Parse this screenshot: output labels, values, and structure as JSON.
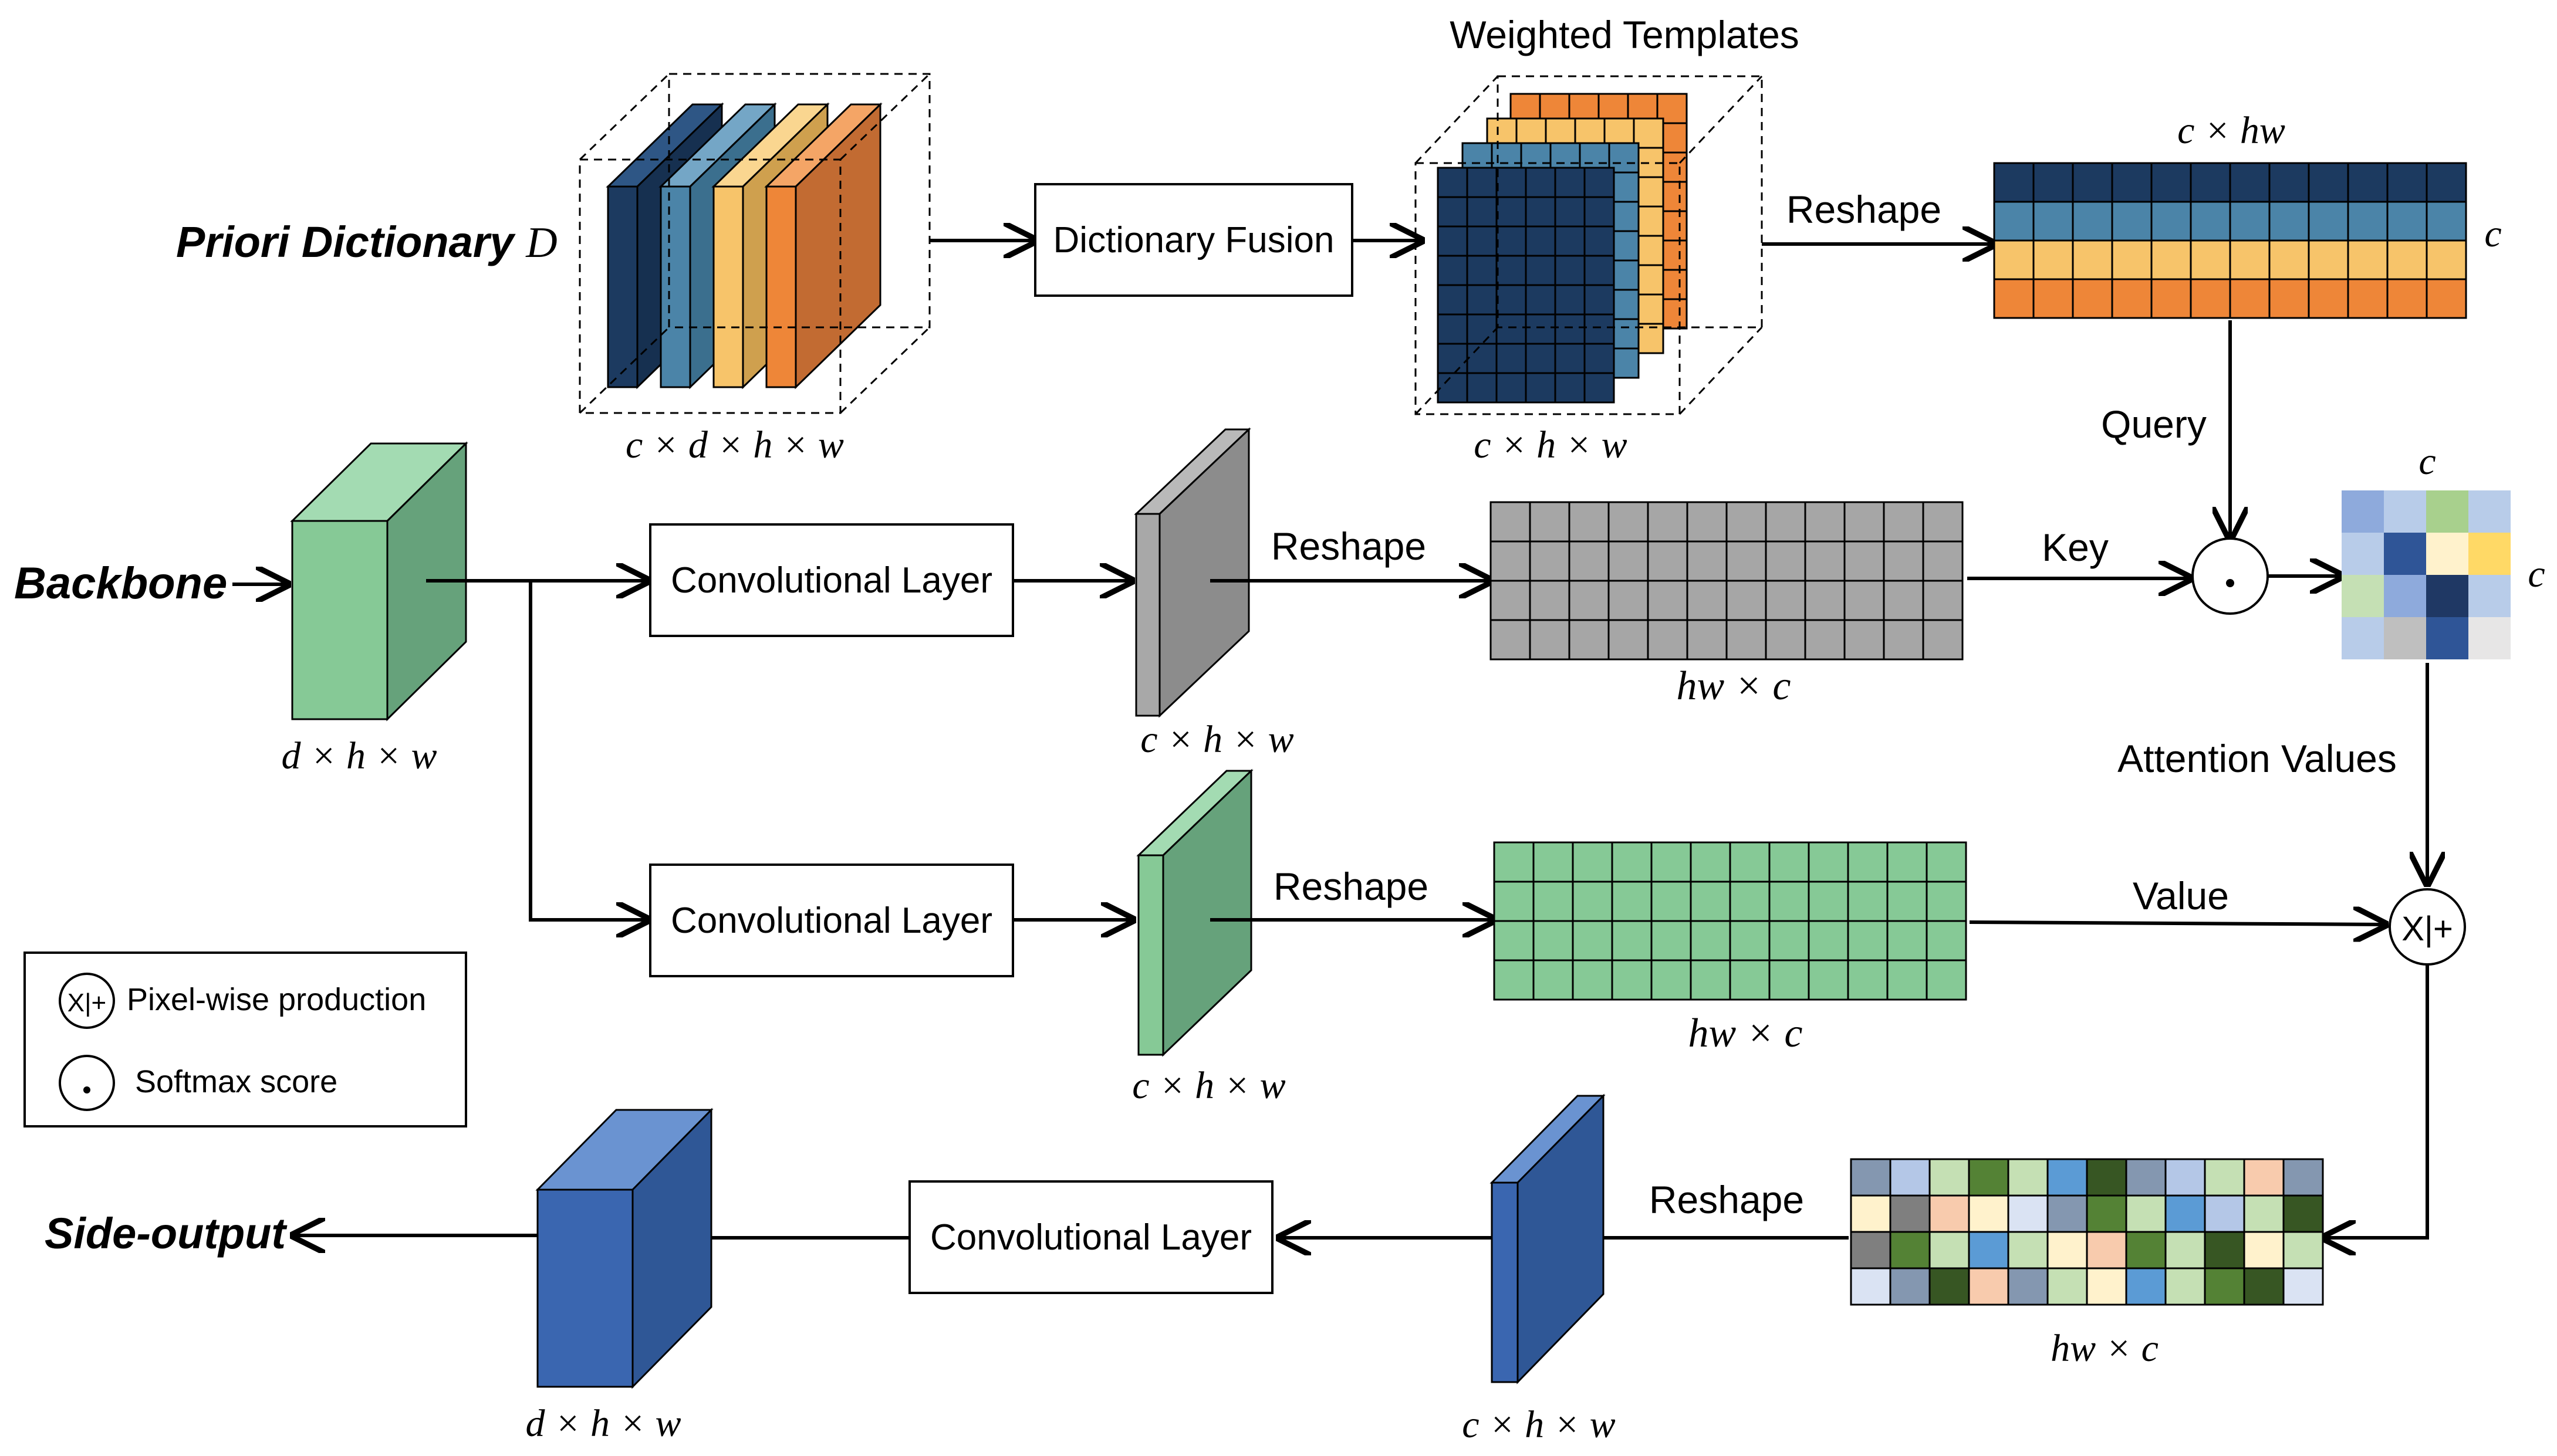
{
  "labels": {
    "priori_dictionary": "Priori Dictionary",
    "priori_symbol": "D",
    "backbone": "Backbone",
    "side_output": "Side-output",
    "weighted_templates": "Weighted Templates",
    "dictionary_fusion": "Dictionary Fusion",
    "conv_layer_1": "Convolutional Layer",
    "conv_layer_2": "Convolutional Layer",
    "conv_layer_3": "Convolutional Layer",
    "reshape_1": "Reshape",
    "reshape_2": "Reshape",
    "reshape_3": "Reshape",
    "reshape_4": "Reshape",
    "query": "Query",
    "key": "Key",
    "value": "Value",
    "attention_values": "Attention Values"
  },
  "dims": {
    "dict": "c × d × h × w",
    "templates": "c × h × w",
    "query_matrix": "c × hw",
    "query_side": "c",
    "backbone": "d × h × w",
    "conv1_out": "c × h × w",
    "key_matrix": "hw × c",
    "conv2_out": "c × h × w",
    "value_matrix": "hw × c",
    "attn_top": "c",
    "attn_side": "c",
    "result_matrix": "hw × c",
    "reshaped": "c × h × w",
    "side_output": "d × h × w"
  },
  "legend": {
    "pixel_symbol": "X|+",
    "pixel_label": "Pixel-wise production",
    "softmax_symbol": "·",
    "softmax_label": "Softmax score"
  },
  "colors": {
    "navy": "#1c3a60",
    "steel_blue": "#4b84a8",
    "yellow": "#f7c46a",
    "orange": "#ee8638",
    "green": "#86c996",
    "gray": "#8c8c8c",
    "blue": "#3a66b0"
  }
}
